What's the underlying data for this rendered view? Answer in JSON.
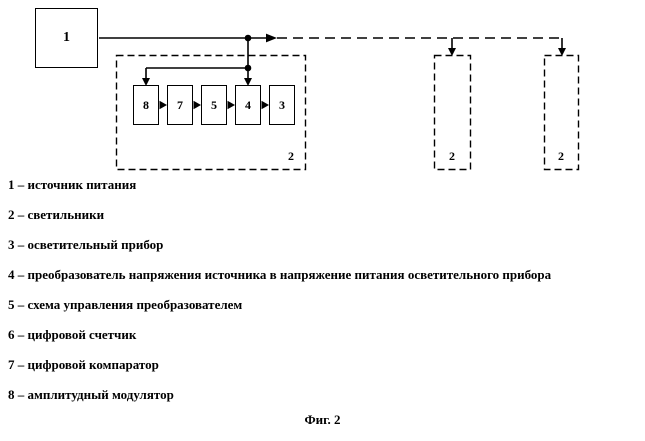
{
  "diagram": {
    "source_box_label": "1",
    "luminaire_box_label": "2",
    "chain_boxes": [
      "8",
      "7",
      "5",
      "4",
      "3"
    ],
    "right_luminaires": [
      "2",
      "2"
    ],
    "line_color": "#000000"
  },
  "legend": {
    "items": [
      "1 – источник питания",
      "2 – светильники",
      "3 – осветительный прибор",
      "4 – преобразователь напряжения источника в напряжение питания осветительного прибора",
      "5 – схема управления преобразователем",
      "6 – цифровой счетчик",
      "7 – цифровой компаратор",
      "8 – амплитудный модулятор"
    ]
  },
  "caption": "Фиг. 2"
}
